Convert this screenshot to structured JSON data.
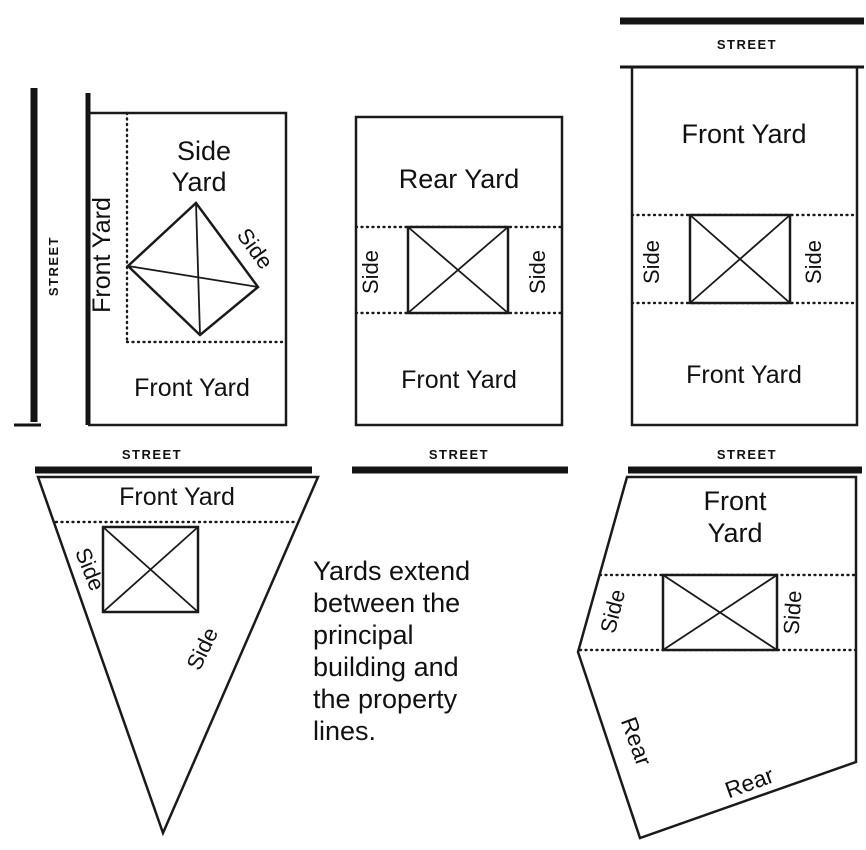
{
  "corner_lot": {
    "street_left": "STREET",
    "street_bottom": "STREET",
    "side_yard_line1": "Side",
    "side_yard_line2": "Yard",
    "front_yard_left": "Front Yard",
    "side_right": "Side",
    "front_yard_bottom": "Front Yard"
  },
  "interior_lot": {
    "rear_yard": "Rear Yard",
    "side_left": "Side",
    "side_right": "Side",
    "front_yard": "Front Yard",
    "street_bottom": "STREET"
  },
  "through_lot": {
    "street_top": "STREET",
    "street_bottom": "STREET",
    "front_yard_top": "Front Yard",
    "side_left": "Side",
    "side_right": "Side",
    "front_yard_bottom": "Front Yard"
  },
  "triangle_lot": {
    "front_yard": "Front Yard",
    "side_left": "Side",
    "side_right": "Side"
  },
  "irregular_lot": {
    "front_line1": "Front",
    "front_line2": "Yard",
    "side_left": "Side",
    "side_right": "Side",
    "rear_left": "Rear",
    "rear_bottom": "Rear"
  },
  "caption": {
    "lines": [
      "Yards extend",
      "between the",
      "principal",
      "building and",
      "the property",
      "lines."
    ]
  },
  "colors": {
    "ink": "#141414",
    "paper": "#ffffff"
  }
}
